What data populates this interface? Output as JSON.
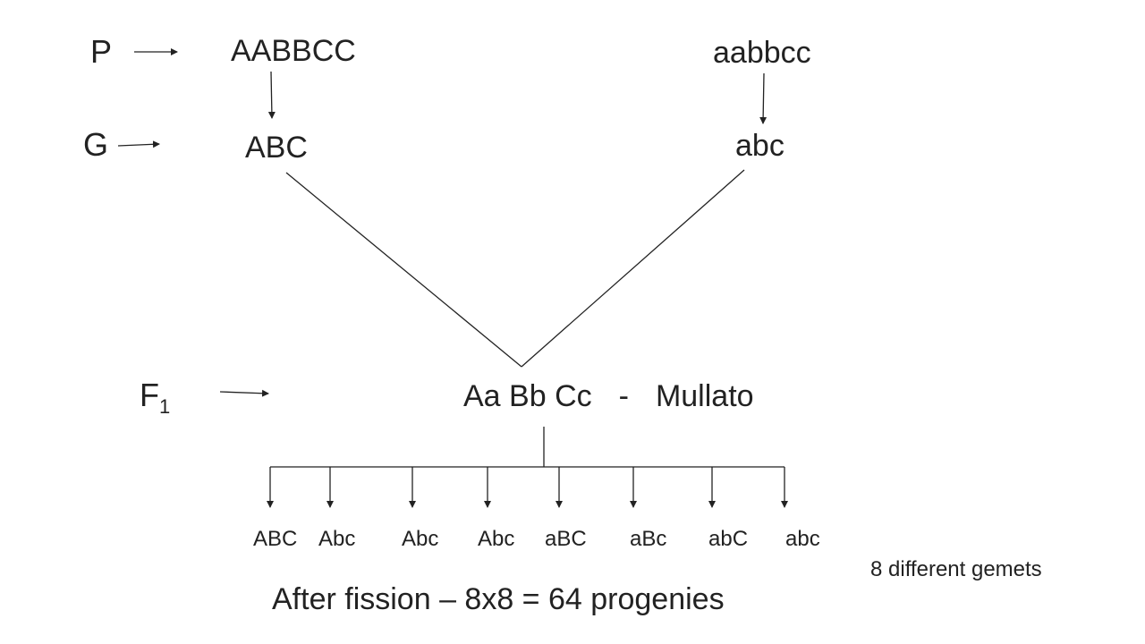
{
  "labels": {
    "p": "P",
    "g": "G",
    "f1_letter": "F",
    "f1_sub": "1"
  },
  "parents": {
    "dominant": "AABBCC",
    "recessive": "aabbcc"
  },
  "gametes": {
    "dominant": "ABC",
    "recessive": "abc"
  },
  "f1": {
    "genotype": "Aa Bb Cc",
    "dash": "-",
    "name": "Mullato"
  },
  "f1_gametes": [
    "ABC",
    "Abc",
    "Abc",
    "Abc",
    "aBC",
    "aBc",
    "abC",
    "abc"
  ],
  "count_note": "8 different gemets",
  "summary": "After fission – 8x8  = 64 progenies"
}
